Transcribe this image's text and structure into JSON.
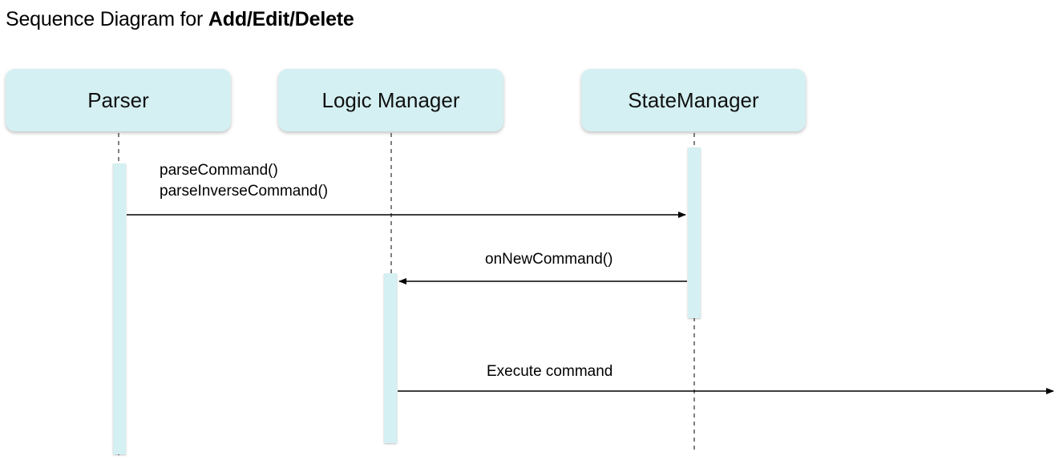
{
  "title": {
    "prefix": "Sequence Diagram for ",
    "bold": "Add/Edit/Delete"
  },
  "participants": [
    {
      "id": "parser",
      "label": "Parser"
    },
    {
      "id": "logic",
      "label": "Logic Manager"
    },
    {
      "id": "state",
      "label": "StateManager"
    }
  ],
  "messages": [
    {
      "from": "parser",
      "to": "state",
      "lines": [
        "parseCommand()",
        "parseInverseCommand()"
      ]
    },
    {
      "from": "state",
      "to": "logic",
      "lines": [
        "onNewCommand()"
      ]
    },
    {
      "from": "logic",
      "to": "external",
      "lines": [
        "Execute command"
      ]
    }
  ],
  "colors": {
    "box_fill": "#d4f0f2",
    "line": "#000000"
  }
}
